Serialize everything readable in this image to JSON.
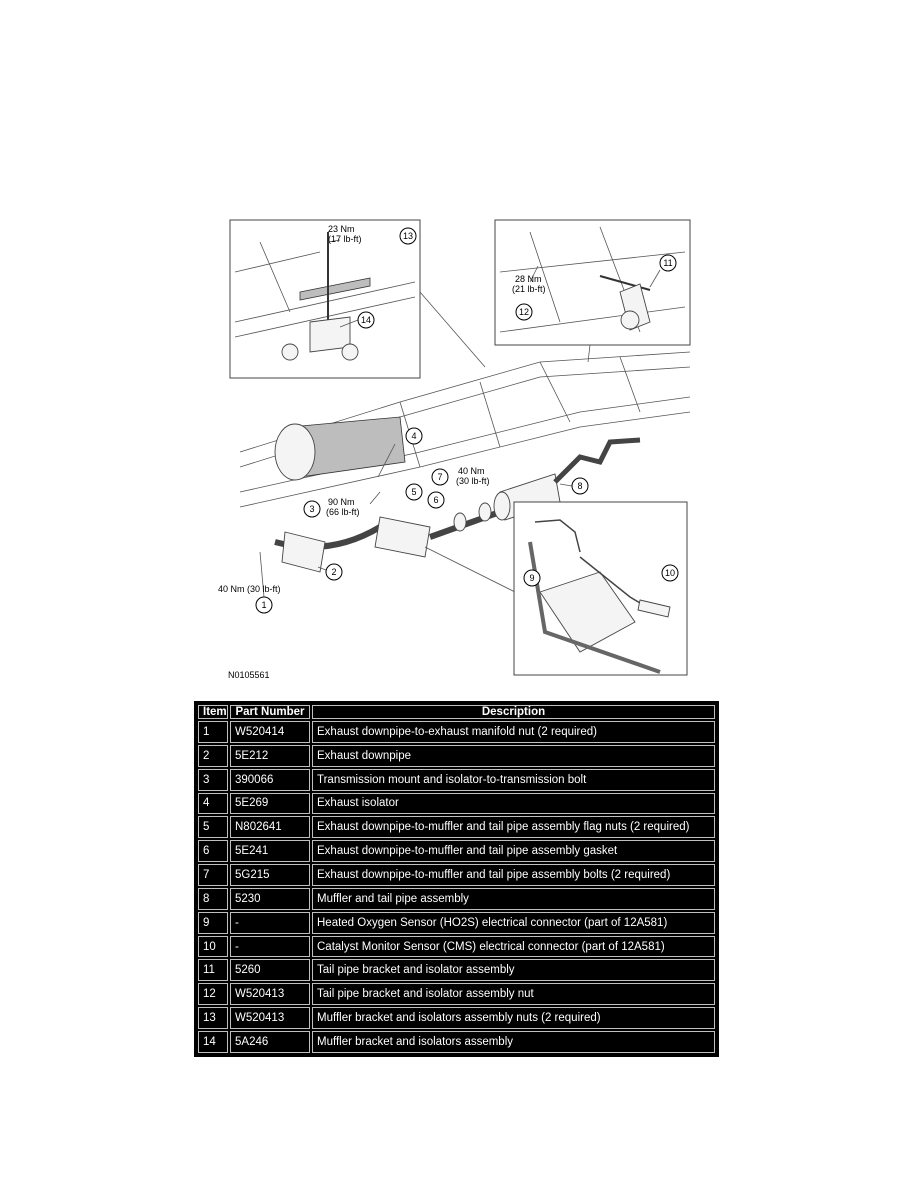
{
  "figure": {
    "code": "N0105561",
    "torques": {
      "t13": [
        "23 Nm",
        "(17 lb-ft)"
      ],
      "t12": [
        "28 Nm",
        "(21 lb-ft)"
      ],
      "t7": [
        "40 Nm",
        "(30 lb-ft)"
      ],
      "t3": [
        "90 Nm",
        "(66 lb-ft)"
      ],
      "t1": "40 Nm (30 lb-ft)"
    },
    "callouts": [
      "1",
      "2",
      "3",
      "4",
      "5",
      "6",
      "7",
      "8",
      "9",
      "10",
      "11",
      "12",
      "13",
      "14"
    ]
  },
  "table": {
    "headers": [
      "Item",
      "Part Number",
      "Description"
    ],
    "rows": [
      {
        "item": "1",
        "part": "W520414",
        "desc": "Exhaust downpipe-to-exhaust manifold nut (2 required)"
      },
      {
        "item": "2",
        "part": "5E212",
        "desc": "Exhaust downpipe"
      },
      {
        "item": "3",
        "part": "390066",
        "desc": "Transmission mount and isolator-to-transmission bolt"
      },
      {
        "item": "4",
        "part": "5E269",
        "desc": "Exhaust isolator"
      },
      {
        "item": "5",
        "part": "N802641",
        "desc": "Exhaust downpipe-to-muffler and tail pipe assembly flag nuts (2 required)"
      },
      {
        "item": "6",
        "part": "5E241",
        "desc": "Exhaust downpipe-to-muffler and tail pipe assembly gasket"
      },
      {
        "item": "7",
        "part": "5G215",
        "desc": "Exhaust downpipe-to-muffler and tail pipe assembly bolts (2 required)"
      },
      {
        "item": "8",
        "part": "5230",
        "desc": "Muffler and tail pipe assembly"
      },
      {
        "item": "9",
        "part": "-",
        "desc": "Heated Oxygen Sensor (HO2S) electrical connector (part of 12A581)"
      },
      {
        "item": "10",
        "part": "-",
        "desc": "Catalyst Monitor Sensor (CMS) electrical connector (part of 12A581)"
      },
      {
        "item": "11",
        "part": "5260",
        "desc": "Tail pipe bracket and isolator assembly"
      },
      {
        "item": "12",
        "part": "W520413",
        "desc": "Tail pipe bracket and isolator assembly nut"
      },
      {
        "item": "13",
        "part": "W520413",
        "desc": "Muffler bracket and isolators assembly nuts (2 required)"
      },
      {
        "item": "14",
        "part": "5A246",
        "desc": "Muffler bracket and isolators assembly"
      }
    ]
  }
}
